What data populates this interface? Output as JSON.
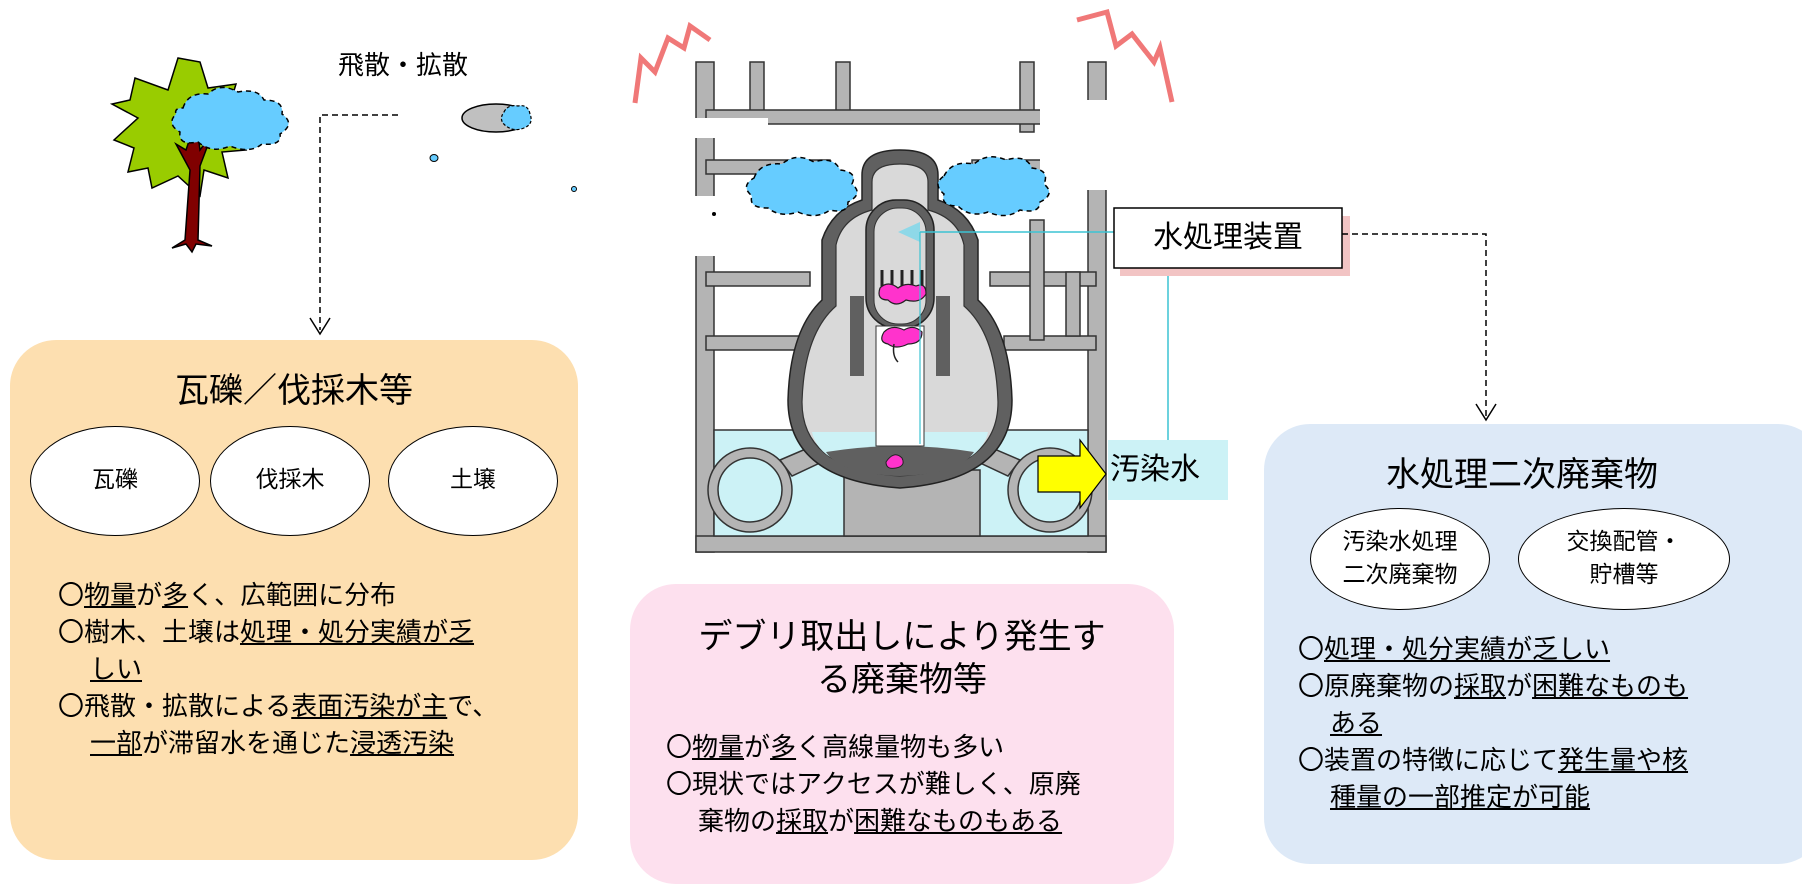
{
  "scatter_label": "飛散・拡散",
  "water_device_label": "水処理装置",
  "contaminated_water_label": "汚染水",
  "colors": {
    "rubble_panel": "#fddfb0",
    "debris_panel": "#fde0ee",
    "secondary_panel": "#dde9f7",
    "contamination_cloud": "#66ccff",
    "tree_foliage": "#99cc00",
    "tree_trunk": "#800000",
    "water": "#ccf2f6",
    "fuel_debris": "#ff33cc",
    "building_gray": "#b4b4b4",
    "arrow_yellow": "#ffff00",
    "heat_wave": "#f07878"
  },
  "rubble_panel": {
    "title": "瓦礫／伐採木等",
    "ovals": [
      "瓦礫",
      "伐採木",
      "土壌"
    ],
    "notes": [
      [
        {
          "t": "〇"
        },
        {
          "t": "物量",
          "u": true
        },
        {
          "t": "が"
        },
        {
          "t": "多",
          "u": true
        },
        {
          "t": "く、広範囲に分布"
        }
      ],
      [
        {
          "t": "〇樹木、土壌は"
        },
        {
          "t": "処理・処分実績が乏",
          "u": true
        }
      ],
      [
        {
          "t": "しい",
          "u": true,
          "indent": true
        }
      ],
      [
        {
          "t": "〇飛散・拡散による"
        },
        {
          "t": "表面汚染が主",
          "u": true
        },
        {
          "t": "で、"
        }
      ],
      [
        {
          "t": "一部",
          "u": true,
          "indent": true
        },
        {
          "t": "が滞留水を通じた"
        },
        {
          "t": "浸透汚染",
          "u": true
        }
      ]
    ]
  },
  "debris_panel": {
    "title_line1": "デブリ取出しにより発生す",
    "title_line2": "る廃棄物等",
    "notes": [
      [
        {
          "t": "〇"
        },
        {
          "t": "物量",
          "u": true
        },
        {
          "t": "が"
        },
        {
          "t": "多",
          "u": true
        },
        {
          "t": "く高線量物も多い"
        }
      ],
      [
        {
          "t": "〇現状ではアクセスが難しく、原廃"
        }
      ],
      [
        {
          "t": "棄物の",
          "indent": true
        },
        {
          "t": "採取",
          "u": true
        },
        {
          "t": "が"
        },
        {
          "t": "困難なものもある",
          "u": true
        }
      ]
    ]
  },
  "secondary_panel": {
    "title": "水処理二次廃棄物",
    "oval1_line1": "汚染水処理",
    "oval1_line2": "二次廃棄物",
    "oval2_line1": "交換配管・",
    "oval2_line2": "貯槽等",
    "notes": [
      [
        {
          "t": "〇"
        },
        {
          "t": "処理・処分実績が乏しい",
          "u": true
        }
      ],
      [
        {
          "t": "〇原廃棄物の"
        },
        {
          "t": "採取",
          "u": true
        },
        {
          "t": "が"
        },
        {
          "t": "困難なものも",
          "u": true
        }
      ],
      [
        {
          "t": "ある",
          "u": true,
          "indent": true
        }
      ],
      [
        {
          "t": "〇装置の特徴に応じて"
        },
        {
          "t": "発生量や核",
          "u": true
        }
      ],
      [
        {
          "t": "種量の一部推定が可能",
          "u": true,
          "indent": true
        }
      ]
    ]
  }
}
